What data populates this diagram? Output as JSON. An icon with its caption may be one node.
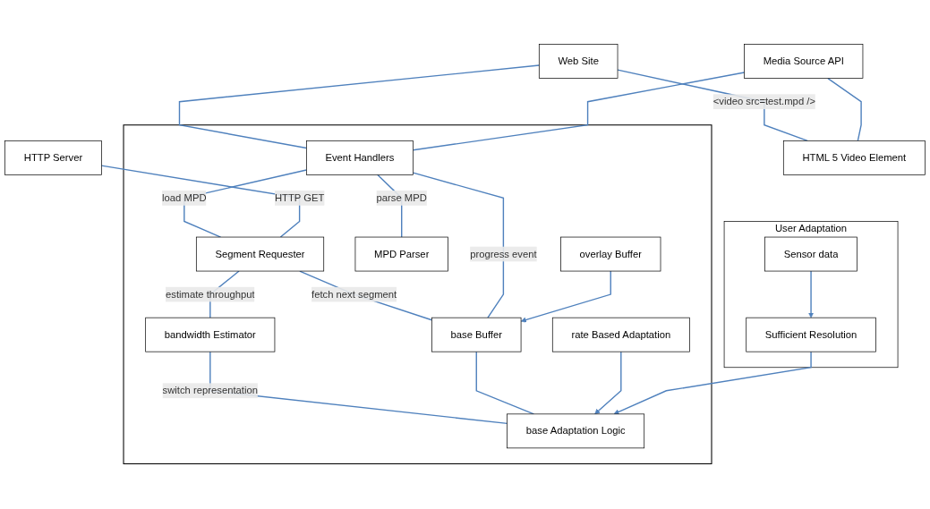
{
  "diagram": {
    "nodes": [
      {
        "text": [
          "Web Site"
        ]
      },
      {
        "text": [
          "Media Source API"
        ]
      },
      {
        "text": [
          "HTML 5 Video Element"
        ]
      },
      {
        "text": [
          "HTTP Server"
        ]
      },
      {
        "text": [],
        "shape": "box"
      },
      {
        "text": [
          "Event Handlers"
        ],
        "in": 4
      },
      {
        "text": [
          "Segment Requester"
        ],
        "in": 4
      },
      {
        "text": [
          "bandwidth Estimator"
        ],
        "in": 4
      },
      {
        "text": [
          "base Buffer"
        ],
        "in": 4
      },
      {
        "text": [
          "base Adaptation Logic"
        ],
        "in": 4
      },
      {
        "text": [
          "MPD Parser"
        ],
        "in": 4
      },
      {
        "text": [
          "overlay Buffer"
        ],
        "in": 4
      },
      {
        "text": [
          "rate Based Adaptation"
        ],
        "in": 4
      },
      {
        "text": [
          "User Adaptation"
        ]
      },
      {
        "text": [
          "Sufficient Resolution"
        ],
        "in": 13
      },
      {
        "text": [
          "Sensor data"
        ],
        "in": 13
      }
    ],
    "edges": [
      {
        "from": 0,
        "to": 5,
        "arrow": "none"
      },
      {
        "from": 0,
        "to": 2,
        "arrow": "none",
        "label": "<video src=test.mpd />"
      },
      {
        "from": 1,
        "to": 2,
        "arrow": "none"
      },
      {
        "from": 1,
        "to": 5,
        "arrow": "none"
      },
      {
        "from": 5,
        "to": 6,
        "arrow": "none",
        "label": "load MPD"
      },
      {
        "from": 3,
        "to": 6,
        "arrow": "none",
        "label": "HTTP GET"
      },
      {
        "from": 6,
        "to": 7,
        "arrow": "none",
        "label": "estimate throughput"
      },
      {
        "from": 6,
        "to": 8,
        "arrow": "none",
        "label": "fetch next segment"
      },
      {
        "from": 5,
        "to": 8,
        "arrow": "none",
        "label": "progress event"
      },
      {
        "from": 5,
        "to": 10,
        "arrow": "none",
        "label": "parse MPD"
      },
      {
        "from": 7,
        "to": 9,
        "arrow": "none",
        "label": "switch representation"
      },
      {
        "from": 8,
        "to": 9,
        "arrow": "none"
      },
      {
        "from": 11,
        "to": 8,
        "arrow": "to"
      },
      {
        "from": 12,
        "to": 9,
        "arrow": "to"
      },
      {
        "from": 14,
        "to": 9,
        "arrow": "to"
      },
      {
        "from": 15,
        "to": 14,
        "arrow": "to"
      }
    ]
  }
}
